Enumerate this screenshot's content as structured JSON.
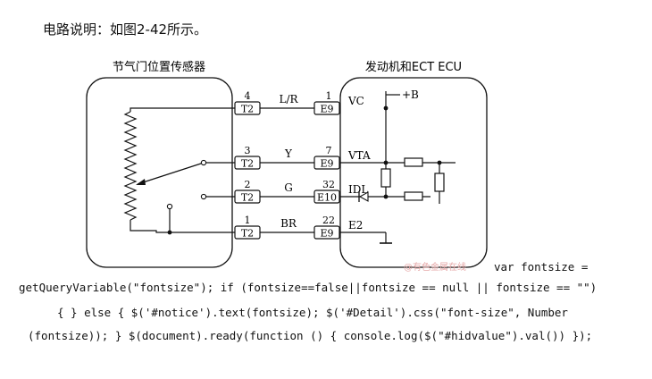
{
  "caption": "电路说明：如图2-42所示。",
  "sensor": {
    "title": "节气门位置传感器"
  },
  "ecu": {
    "title": "发动机和ECT ECU",
    "supply_label": "+B"
  },
  "wires": [
    {
      "pin": "4",
      "sensor_terminal": "T2",
      "color": "L/R",
      "ecu_pin": "1",
      "ecu_terminal": "E9",
      "signal": "VC"
    },
    {
      "pin": "3",
      "sensor_terminal": "T2",
      "color": "Y",
      "ecu_pin": "7",
      "ecu_terminal": "E9",
      "signal": "VTA"
    },
    {
      "pin": "2",
      "sensor_terminal": "T2",
      "color": "G",
      "ecu_pin": "32",
      "ecu_terminal": "E10",
      "signal": "IDL"
    },
    {
      "pin": "1",
      "sensor_terminal": "T2",
      "color": "BR",
      "ecu_pin": "22",
      "ecu_terminal": "E9",
      "signal": "E2"
    }
  ],
  "watermark": "@有色金属在线",
  "code_lines": [
    "var fontsize =",
    "getQueryVariable(\"fontsize\"); if (fontsize==false||fontsize == null || fontsize == \"\")",
    "{ } else { $('#notice').text(fontsize); $('#Detail').css(\"font-size\", Number",
    "(fontsize)); } $(document).ready(function () { console.log($(\"#hidvalue\").val()) });"
  ]
}
